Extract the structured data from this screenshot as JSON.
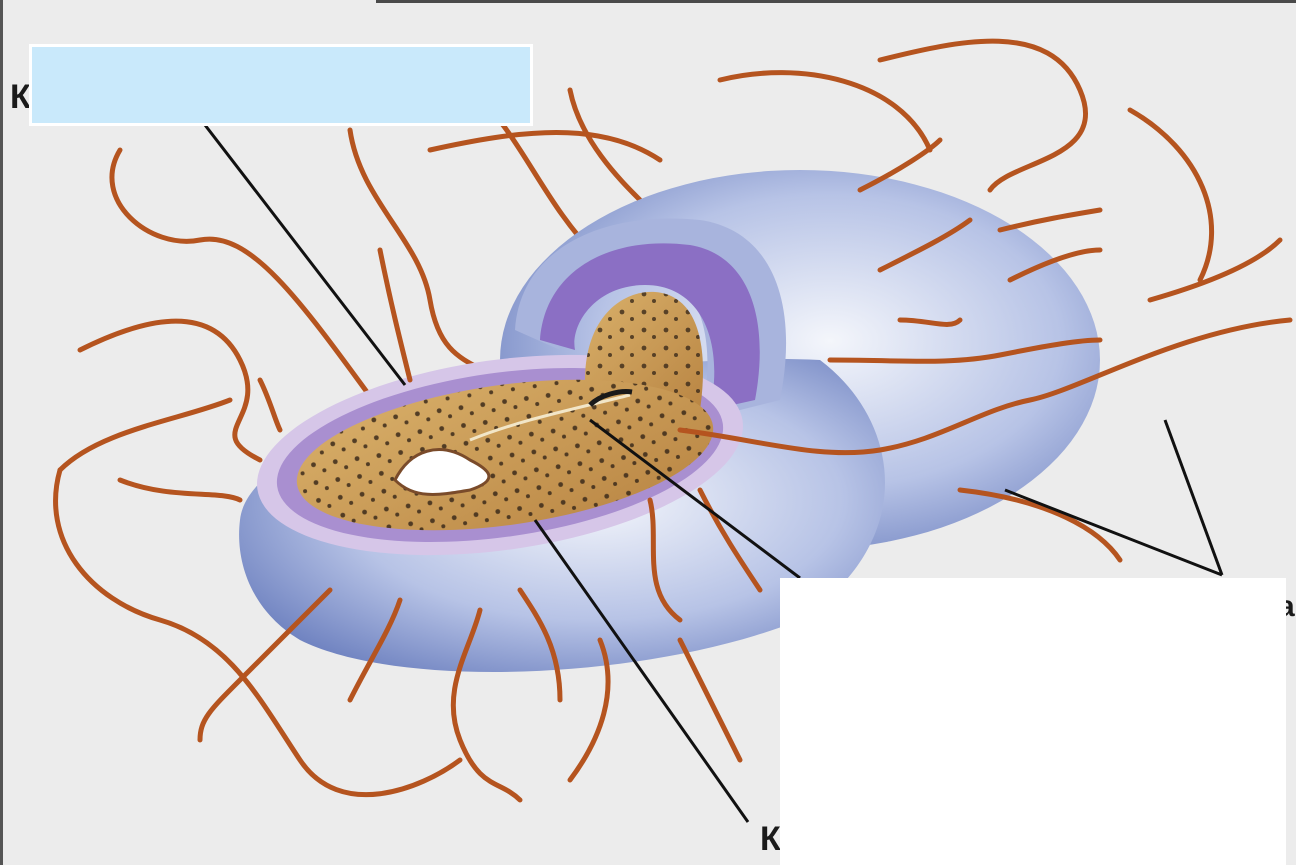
{
  "labels": {
    "top_left_fragment": "К",
    "bottom_fragment": "К",
    "right_fragment": "а"
  },
  "colors": {
    "background": "#ececec",
    "flagella": "#b5541f",
    "capsule": "#8fa3d6",
    "cell_wall": "#8b6fc4",
    "cytoplasm": "#c99a52",
    "nucleoid": "#ffffff",
    "label_box_blue": "#c9e9fb",
    "label_box_white": "#ffffff",
    "leader_line": "#111111"
  },
  "icons": {
    "main": "bacterium-cross-section-illustration"
  }
}
